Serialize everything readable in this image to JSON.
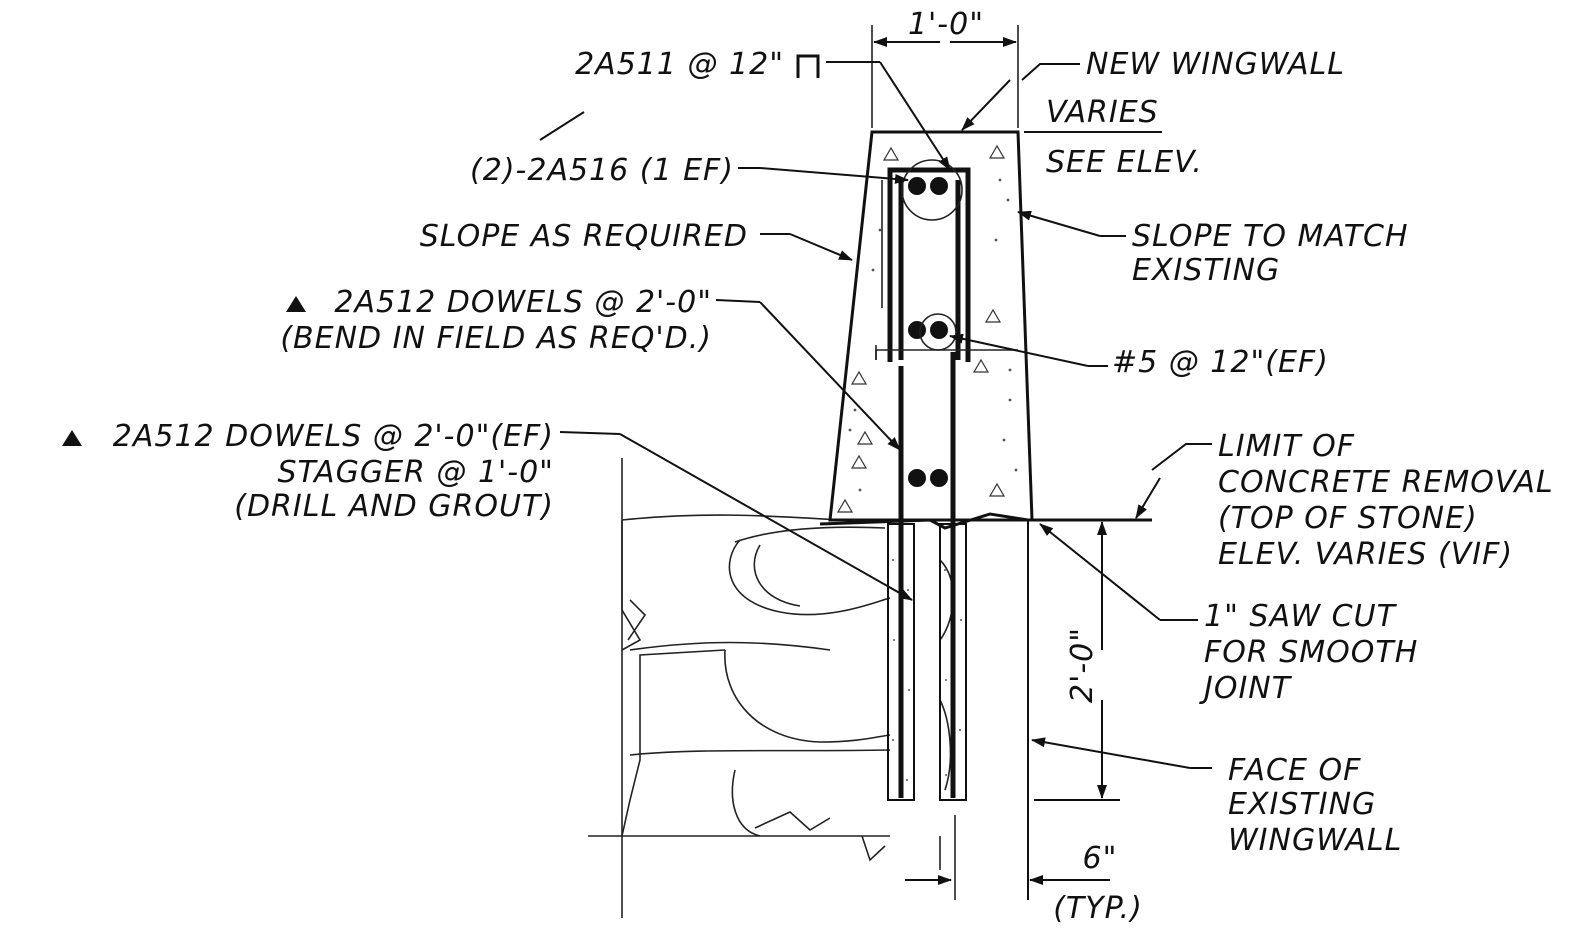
{
  "drawing": {
    "labels": {
      "dim_top": "1'-0\"",
      "rebar_2a511": "2A511 @ 12\"",
      "new_wingwall": "NEW WINGWALL",
      "varies": "VARIES",
      "see_elev": "SEE ELEV.",
      "rebar_2a516": "(2)-2A516 (1 EF)",
      "slope_required": "SLOPE AS REQUIRED",
      "slope_match_1": "SLOPE TO MATCH",
      "slope_match_2": "EXISTING",
      "dowels_a_1": "2A512 DOWELS @ 2'-0\"",
      "dowels_a_2": "(BEND IN FIELD AS REQ'D.)",
      "rebar_5": "#5 @ 12\"(EF)",
      "dowels_b_1": "2A512 DOWELS @ 2'-0\"(EF)",
      "dowels_b_2": "STAGGER @ 1'-0\"",
      "dowels_b_3": "(DRILL AND GROUT)",
      "limit_1": "LIMIT OF",
      "limit_2": "CONCRETE REMOVAL",
      "limit_3": "(TOP OF STONE)",
      "limit_4": "ELEV. VARIES (VIF)",
      "sawcut_1": "1\" SAW CUT",
      "sawcut_2": "FOR SMOOTH",
      "sawcut_3": "JOINT",
      "dim_side": "2'-0\"",
      "face_1": "FACE OF",
      "face_2": "EXISTING",
      "face_3": "WINGWALL",
      "dim_bottom": "6\"",
      "typ": "(TYP.)"
    }
  }
}
